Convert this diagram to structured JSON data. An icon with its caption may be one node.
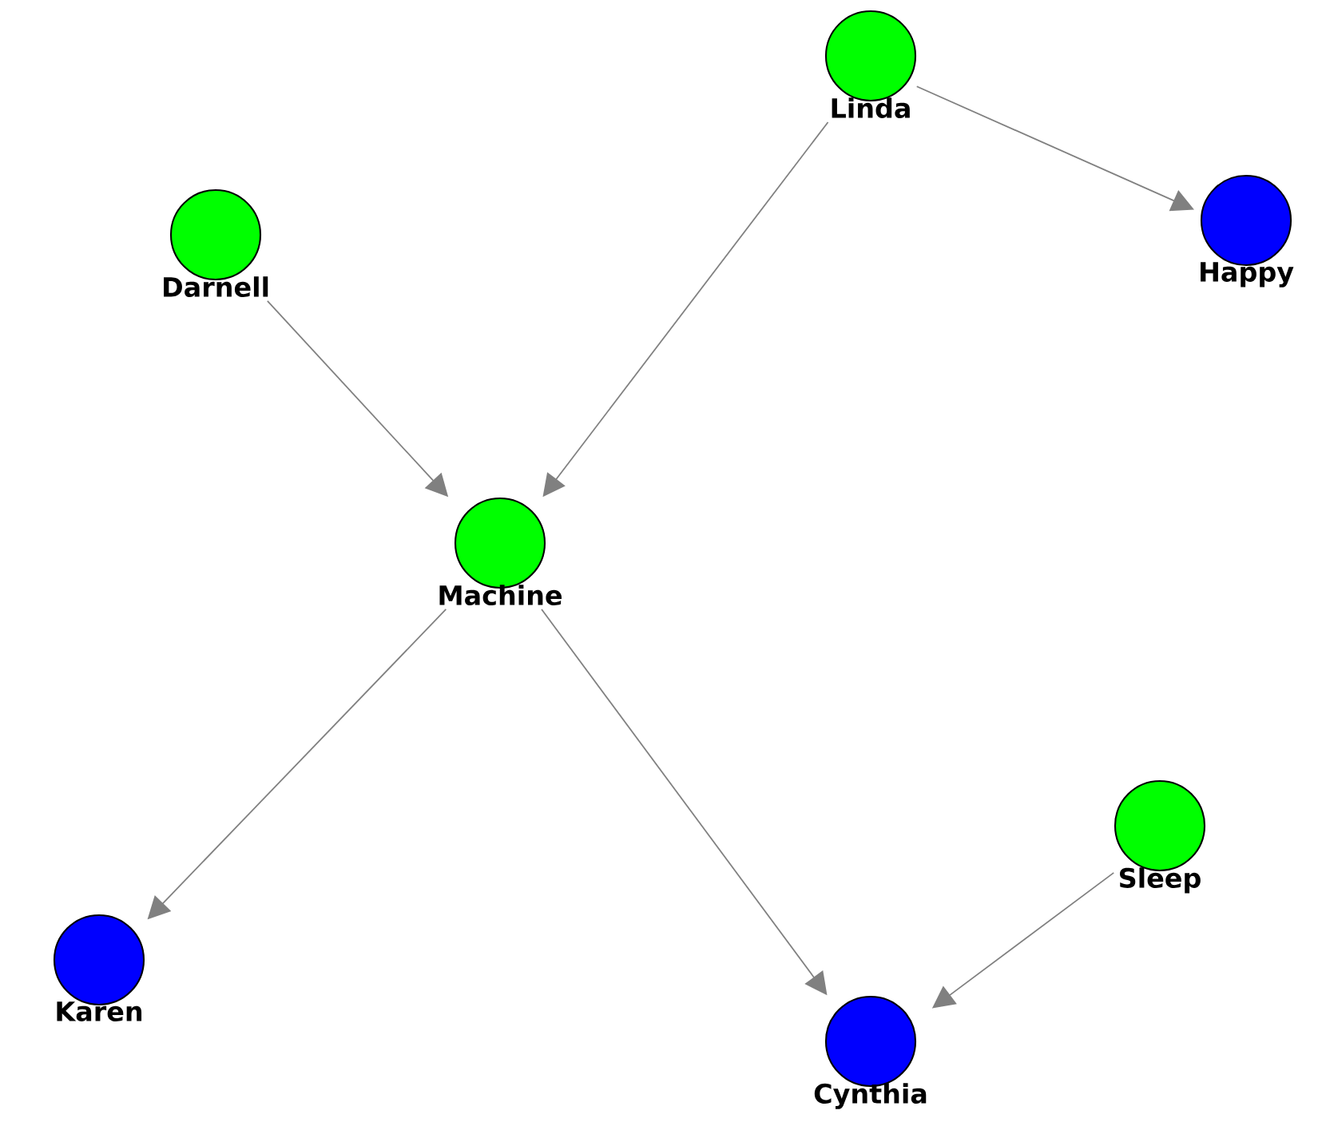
{
  "diagram": {
    "nodes": [
      {
        "text": [
          "Linda"
        ]
      },
      {
        "text": [
          "Darnell"
        ]
      },
      {
        "text": [
          "Happy"
        ]
      },
      {
        "text": [
          "Machine"
        ]
      },
      {
        "text": [
          "Sleep"
        ]
      },
      {
        "text": [
          "Karen"
        ]
      },
      {
        "text": [
          "Cynthia"
        ]
      }
    ],
    "edges": [
      {
        "from": 0,
        "to": 2,
        "arrow": "to"
      },
      {
        "from": 0,
        "to": 3,
        "arrow": "to"
      },
      {
        "from": 1,
        "to": 3,
        "arrow": "to"
      },
      {
        "from": 3,
        "to": 5,
        "arrow": "to"
      },
      {
        "from": 3,
        "to": 6,
        "arrow": "to"
      },
      {
        "from": 4,
        "to": 6,
        "arrow": "to"
      }
    ]
  }
}
